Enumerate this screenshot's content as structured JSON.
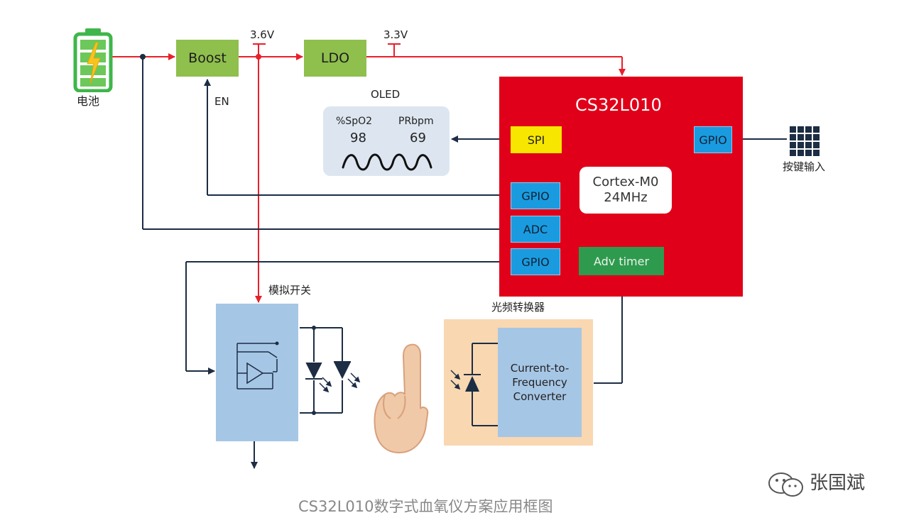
{
  "battery_label": "电池",
  "boost_label": "Boost",
  "ldo_label": "LDO",
  "v36_label": "3.6V",
  "v33_label": "3.3V",
  "en_label": "EN",
  "oled": {
    "title": "OLED",
    "spo2_label": "%SpO2",
    "spo2_value": "98",
    "pr_label": "PRbpm",
    "pr_value": "69"
  },
  "mcu": {
    "title": "CS32L010",
    "spi": "SPI",
    "gpio_right": "GPIO",
    "gpio_en": "GPIO",
    "adc": "ADC",
    "gpio_switch": "GPIO",
    "core_line1": "Cortex-M0",
    "core_line2": "24MHz",
    "adv_timer": "Adv timer"
  },
  "keypad_label": "按键输入",
  "analog_switch_label": "模拟开关",
  "ltf": {
    "title": "光频转换器",
    "line1": "Current-to-",
    "line2": "Frequency",
    "line3": "Converter"
  },
  "watermark": "张国斌",
  "caption": "CS32L010数字式血氧仪方案应用框图",
  "colors": {
    "power_line": "#e8202a",
    "signal_line": "#1c2d44",
    "mcu_red": "#e10019",
    "boost_green": "#8fbf4d",
    "pin_blue": "#1a9be0",
    "spi_yellow": "#f7e600",
    "timer_green": "#2e9a4e",
    "switch_blue": "#a6c6e6",
    "ltf_orange": "#f9d7b1"
  }
}
